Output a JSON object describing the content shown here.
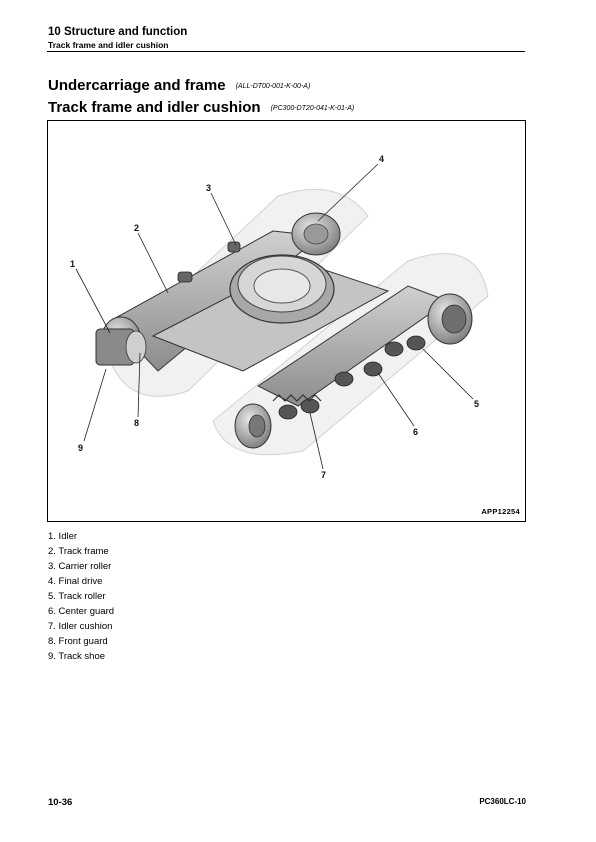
{
  "header": {
    "chapter": "10 Structure and function",
    "section": "Track frame and idler cushion"
  },
  "title": {
    "main": "Undercarriage and frame",
    "main_code": "(ALL-DT00-001-K-00-A)",
    "sub": "Track frame and idler cushion",
    "sub_code": "(PC300-DT20-041-K-01-A)"
  },
  "figure": {
    "id": "APP12254",
    "callouts": [
      "1",
      "2",
      "3",
      "4",
      "5",
      "6",
      "7",
      "8",
      "9"
    ]
  },
  "parts": [
    "1. Idler",
    "2. Track frame",
    "3. Carrier roller",
    "4. Final drive",
    "5. Track roller",
    "6. Center guard",
    "7. Idler cushion",
    "8. Front guard",
    "9. Track shoe"
  ],
  "footer": {
    "page": "10-36",
    "model": "PC360LC-10"
  }
}
